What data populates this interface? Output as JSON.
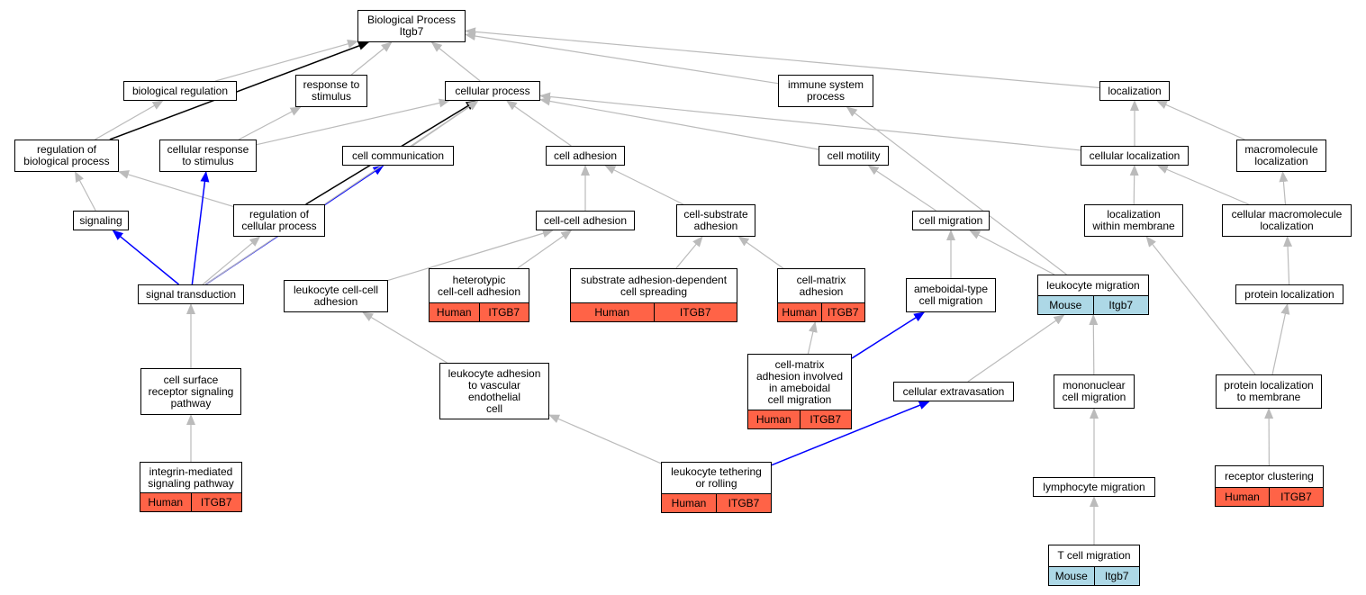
{
  "colors": {
    "edge_default": "#bbbbbb",
    "edge_black": "#000000",
    "edge_blue": "#0000ff",
    "human": "#ff6347",
    "mouse": "#add8e6"
  },
  "nodes": {
    "root": {
      "label": "Biological Process\nItgb7"
    },
    "biological_regulation": {
      "label": "biological regulation"
    },
    "response_to_stimulus": {
      "label": "response to\nstimulus"
    },
    "cellular_process": {
      "label": "cellular process"
    },
    "immune_system_process": {
      "label": "immune system\nprocess"
    },
    "localization": {
      "label": "localization"
    },
    "regulation_bio_process": {
      "label": "regulation of\nbiological process"
    },
    "cellular_response": {
      "label": "cellular response\nto stimulus"
    },
    "cell_communication": {
      "label": "cell communication"
    },
    "cell_adhesion": {
      "label": "cell adhesion"
    },
    "cell_motility": {
      "label": "cell motility"
    },
    "cellular_localization": {
      "label": "cellular localization"
    },
    "macromolecule_localization": {
      "label": "macromolecule\nlocalization"
    },
    "signaling": {
      "label": "signaling"
    },
    "regulation_cell_process": {
      "label": "regulation of\ncellular process"
    },
    "cell_cell_adhesion": {
      "label": "cell-cell adhesion"
    },
    "cell_substrate_adhesion": {
      "label": "cell-substrate\nadhesion"
    },
    "cell_migration": {
      "label": "cell migration"
    },
    "localization_within_membrane": {
      "label": "localization\nwithin membrane"
    },
    "cellular_macromolecule_localization": {
      "label": "cellular macromolecule\nlocalization"
    },
    "signal_transduction": {
      "label": "signal transduction"
    },
    "leukocyte_cell_cell_adhesion": {
      "label": "leukocyte cell-cell\nadhesion"
    },
    "heterotypic_adhesion": {
      "label": "heterotypic\ncell-cell adhesion",
      "organism": "Human",
      "gene": "ITGB7"
    },
    "substrate_spreading": {
      "label": "substrate adhesion-dependent\ncell spreading",
      "organism": "Human",
      "gene": "ITGB7"
    },
    "cell_matrix_adhesion": {
      "label": "cell-matrix\nadhesion",
      "organism": "Human",
      "gene": "ITGB7"
    },
    "ameboidal_migration": {
      "label": "ameboidal-type\ncell migration"
    },
    "leukocyte_migration": {
      "label": "leukocyte migration",
      "organism": "Mouse",
      "gene": "Itgb7"
    },
    "protein_localization": {
      "label": "protein localization"
    },
    "cell_surface_receptor": {
      "label": "cell surface\nreceptor signaling\npathway"
    },
    "leukocyte_adhesion_vascular": {
      "label": "leukocyte adhesion\nto vascular\nendothelial\ncell"
    },
    "cell_matrix_ameboidal": {
      "label": "cell-matrix\nadhesion involved\nin ameboidal\ncell migration",
      "organism": "Human",
      "gene": "ITGB7"
    },
    "cellular_extravasation": {
      "label": "cellular extravasation"
    },
    "mononuclear_migration": {
      "label": "mononuclear\ncell migration"
    },
    "protein_localization_membrane": {
      "label": "protein localization\nto membrane"
    },
    "integrin_signaling": {
      "label": "integrin-mediated\nsignaling pathway",
      "organism": "Human",
      "gene": "ITGB7"
    },
    "leukocyte_tethering": {
      "label": "leukocyte tethering\nor rolling",
      "organism": "Human",
      "gene": "ITGB7"
    },
    "lymphocyte_migration": {
      "label": "lymphocyte migration"
    },
    "receptor_clustering": {
      "label": "receptor clustering",
      "organism": "Human",
      "gene": "ITGB7"
    },
    "t_cell_migration": {
      "label": "T cell migration",
      "organism": "Mouse",
      "gene": "Itgb7"
    }
  },
  "edges": [
    {
      "from": "biological_regulation",
      "to": "root",
      "color": "gray"
    },
    {
      "from": "response_to_stimulus",
      "to": "root",
      "color": "gray"
    },
    {
      "from": "cellular_process",
      "to": "root",
      "color": "gray"
    },
    {
      "from": "immune_system_process",
      "to": "root",
      "color": "gray"
    },
    {
      "from": "localization",
      "to": "root",
      "color": "gray"
    },
    {
      "from": "regulation_bio_process",
      "to": "root",
      "color": "black"
    },
    {
      "from": "regulation_bio_process",
      "to": "biological_regulation",
      "color": "gray"
    },
    {
      "from": "cellular_response",
      "to": "response_to_stimulus",
      "color": "gray"
    },
    {
      "from": "cellular_response",
      "to": "cellular_process",
      "color": "gray"
    },
    {
      "from": "cell_communication",
      "to": "cellular_process",
      "color": "gray"
    },
    {
      "from": "cell_adhesion",
      "to": "cellular_process",
      "color": "gray"
    },
    {
      "from": "cell_motility",
      "to": "cellular_process",
      "color": "gray"
    },
    {
      "from": "cellular_localization",
      "to": "cellular_process",
      "color": "gray"
    },
    {
      "from": "cellular_localization",
      "to": "localization",
      "color": "gray"
    },
    {
      "from": "macromolecule_localization",
      "to": "localization",
      "color": "gray"
    },
    {
      "from": "signaling",
      "to": "regulation_bio_process",
      "color": "gray"
    },
    {
      "from": "regulation_cell_process",
      "to": "regulation_bio_process",
      "color": "gray"
    },
    {
      "from": "regulation_cell_process",
      "to": "cellular_process",
      "color": "black"
    },
    {
      "from": "signal_transduction",
      "to": "signaling",
      "color": "blue"
    },
    {
      "from": "signal_transduction",
      "to": "cellular_response",
      "color": "blue"
    },
    {
      "from": "signal_transduction",
      "to": "cell_communication",
      "color": "blue"
    },
    {
      "from": "signal_transduction",
      "to": "regulation_cell_process",
      "color": "gray"
    },
    {
      "from": "signal_transduction",
      "to": "cellular_process",
      "color": "gray"
    },
    {
      "from": "cell_cell_adhesion",
      "to": "cell_adhesion",
      "color": "gray"
    },
    {
      "from": "cell_substrate_adhesion",
      "to": "cell_adhesion",
      "color": "gray"
    },
    {
      "from": "cell_migration",
      "to": "cell_motility",
      "color": "gray"
    },
    {
      "from": "localization_within_membrane",
      "to": "cellular_localization",
      "color": "gray"
    },
    {
      "from": "cellular_macromolecule_localization",
      "to": "cellular_localization",
      "color": "gray"
    },
    {
      "from": "cellular_macromolecule_localization",
      "to": "macromolecule_localization",
      "color": "gray"
    },
    {
      "from": "cell_surface_receptor",
      "to": "signal_transduction",
      "color": "gray"
    },
    {
      "from": "integrin_signaling",
      "to": "cell_surface_receptor",
      "color": "gray"
    },
    {
      "from": "leukocyte_cell_cell_adhesion",
      "to": "cell_cell_adhesion",
      "color": "gray"
    },
    {
      "from": "heterotypic_adhesion",
      "to": "cell_cell_adhesion",
      "color": "gray"
    },
    {
      "from": "substrate_spreading",
      "to": "cell_substrate_adhesion",
      "color": "gray"
    },
    {
      "from": "cell_matrix_adhesion",
      "to": "cell_substrate_adhesion",
      "color": "gray"
    },
    {
      "from": "ameboidal_migration",
      "to": "cell_migration",
      "color": "gray"
    },
    {
      "from": "leukocyte_migration",
      "to": "cell_migration",
      "color": "gray"
    },
    {
      "from": "leukocyte_migration",
      "to": "immune_system_process",
      "color": "gray"
    },
    {
      "from": "protein_localization",
      "to": "cellular_macromolecule_localization",
      "color": "gray"
    },
    {
      "from": "protein_localization_membrane",
      "to": "protein_localization",
      "color": "gray"
    },
    {
      "from": "protein_localization_membrane",
      "to": "localization_within_membrane",
      "color": "gray"
    },
    {
      "from": "receptor_clustering",
      "to": "protein_localization_membrane",
      "color": "gray"
    },
    {
      "from": "leukocyte_adhesion_vascular",
      "to": "leukocyte_cell_cell_adhesion",
      "color": "gray"
    },
    {
      "from": "leukocyte_tethering",
      "to": "leukocyte_adhesion_vascular",
      "color": "gray"
    },
    {
      "from": "leukocyte_tethering",
      "to": "cellular_extravasation",
      "color": "blue"
    },
    {
      "from": "cell_matrix_ameboidal",
      "to": "cell_matrix_adhesion",
      "color": "gray"
    },
    {
      "from": "cell_matrix_ameboidal",
      "to": "ameboidal_migration",
      "color": "blue"
    },
    {
      "from": "cellular_extravasation",
      "to": "leukocyte_migration",
      "color": "gray"
    },
    {
      "from": "mononuclear_migration",
      "to": "leukocyte_migration",
      "color": "gray"
    },
    {
      "from": "lymphocyte_migration",
      "to": "mononuclear_migration",
      "color": "gray"
    },
    {
      "from": "t_cell_migration",
      "to": "lymphocyte_migration",
      "color": "gray"
    }
  ]
}
